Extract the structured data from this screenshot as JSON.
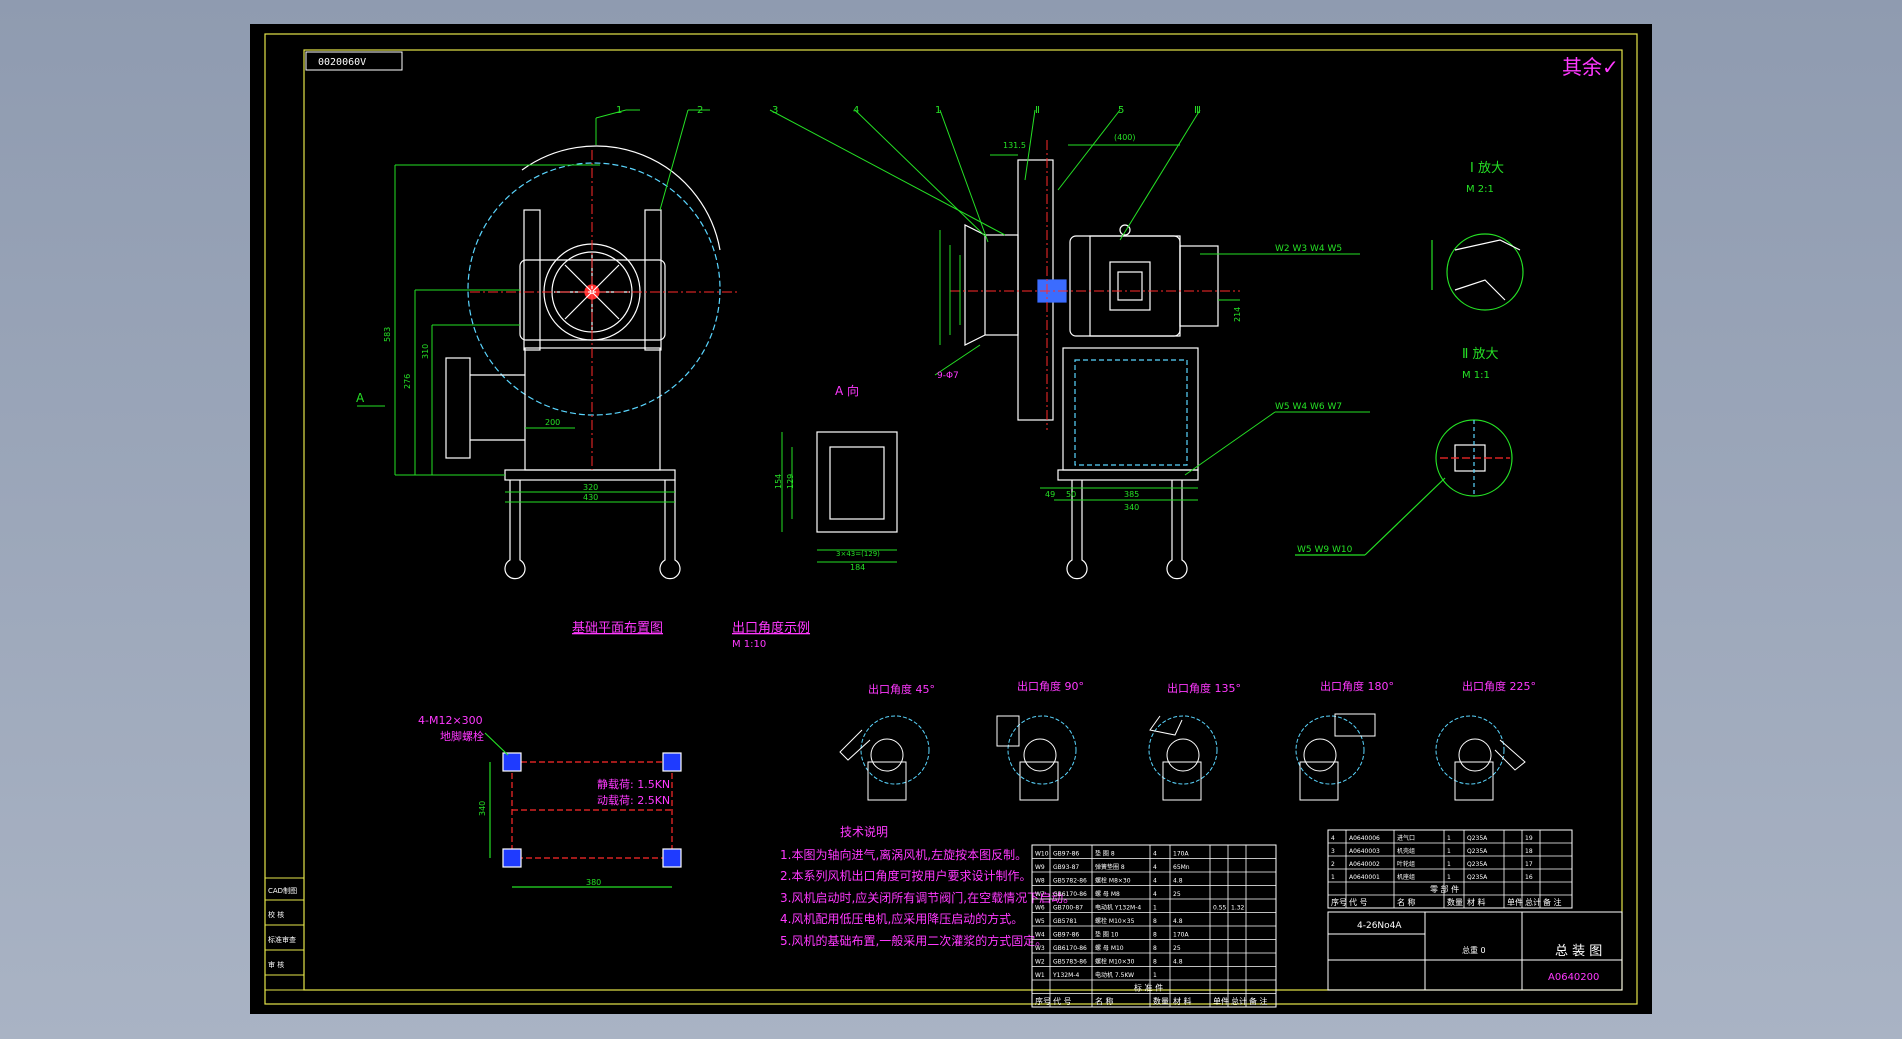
{
  "top_box_label": "0020060V",
  "seal_text": "其余✓",
  "main_parts_labels": [
    "1",
    "2",
    "3",
    "4",
    "1",
    "Ⅱ",
    "5",
    "Ⅲ"
  ],
  "dims": {
    "d131": "131.5",
    "d400": "(400)",
    "d320": "320",
    "d430": "430",
    "d200": "200",
    "d340": "340",
    "d50": "50",
    "d49": "49",
    "d276": "276",
    "d583": "583",
    "d310": "310",
    "d129": "129",
    "d154": "154",
    "d214": "214",
    "d385": "385",
    "dA0": "A",
    "dA": "A 向",
    "d_sub": "3×43=(129)",
    "d_sub2": "184"
  },
  "callouts": {
    "c1": "W2  W3  W4  W5",
    "c2": "W5  W4  W6  W7",
    "c3": "W5  W9  W10",
    "c4": "9-Φ7"
  },
  "detail1_title": "Ⅰ 放大",
  "detail1_scale": "M 2:1",
  "detail2_title": "Ⅱ 放大",
  "detail2_scale": "M 1:1",
  "base_title": "基础平面布置图",
  "outlet_title": "出口角度示例",
  "outlet_scale": "M 1:10",
  "outlets": [
    "出口角度 45°",
    "出口角度 90°",
    "出口角度 135°",
    "出口角度 180°",
    "出口角度 225°"
  ],
  "foundation": {
    "bolt": "4-M12×300",
    "bolt_label": "地脚螺栓",
    "load1": "静载荷: 1.5KN",
    "load2": "动载荷: 2.5KN",
    "dim_h": "380",
    "dim_v": "340"
  },
  "notes": {
    "title": "技术说明",
    "items": [
      "1.本图为轴向进气,离涡风机,左旋按本图反制。",
      "2.本系列风机出口角度可按用户要求设计制作。",
      "3.风机启动时,应关闭所有调节阀门,在空载情况下启动。",
      "4.风机配用低压电机,应采用降压启动的方式。",
      "5.风机的基础布置,一般采用二次灌浆的方式固定。"
    ]
  },
  "bom_left_rows": [
    [
      "W10",
      "GB97-86",
      "垫 圈 8",
      "4",
      "170A",
      "",
      ""
    ],
    [
      "W9",
      "GB93-87",
      "弹簧垫圈 8",
      "4",
      "65Mn",
      "",
      ""
    ],
    [
      "W8",
      "GB5782-86",
      "螺栓 M8×30",
      "4",
      "4.8",
      "",
      ""
    ],
    [
      "W7",
      "GB6170-86",
      "螺 母 M8",
      "4",
      "25",
      "",
      ""
    ],
    [
      "W6",
      "GB700-87",
      "电动机 Y132M-4",
      "1",
      "",
      "0.55",
      "1.32"
    ],
    [
      "W5",
      "GB5781",
      "螺栓 M10×35",
      "8",
      "4.8",
      "",
      ""
    ],
    [
      "W4",
      "GB97-86",
      "垫 圈 10",
      "8",
      "170A",
      "",
      ""
    ],
    [
      "W3",
      "GB6170-86",
      "螺 母 M10",
      "8",
      "25",
      "",
      ""
    ],
    [
      "W2",
      "GB5783-86",
      "螺栓 M10×30",
      "8",
      "4.8",
      "",
      ""
    ],
    [
      "W1",
      "Y132M-4",
      "电动机 7.5KW",
      "1",
      "",
      "",
      ""
    ]
  ],
  "bom_left_header": [
    "序号",
    "代 号",
    "名 称",
    "数量",
    "材 料",
    "单件",
    "总计",
    "备 注"
  ],
  "bom_left_title": "标 准 件",
  "bom_right_rows": [
    [
      "4",
      "A0640006",
      "进气口",
      "1",
      "Q235A",
      "",
      "19"
    ],
    [
      "3",
      "A0640003",
      "机壳组",
      "1",
      "Q235A",
      "",
      "18"
    ],
    [
      "2",
      "A0640002",
      "叶轮组",
      "1",
      "Q235A",
      "",
      "17"
    ],
    [
      "1",
      "A0640001",
      "机座组",
      "1",
      "Q235A",
      "",
      "16"
    ]
  ],
  "bom_right_header": [
    "序号",
    "代 号",
    "名 称",
    "数量",
    "材 料",
    "单件",
    "总计",
    "备 注"
  ],
  "bom_right_title": "零 部 件",
  "title_block": {
    "model": "4-26No4A",
    "drawing_name": "总 装 图",
    "drawing_no": "A0640200",
    "scale_hint": "总重 0"
  },
  "left_strip": [
    "CAD制图",
    "校 核",
    "标准审查",
    "审 核"
  ]
}
